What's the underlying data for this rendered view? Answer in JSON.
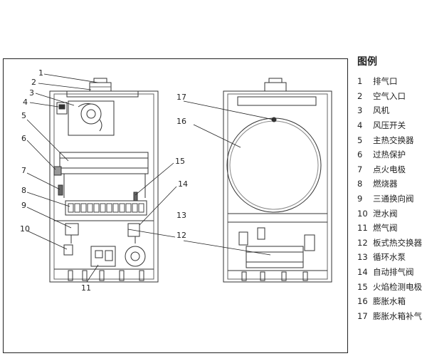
{
  "legend": {
    "title": "图例",
    "items": [
      {
        "num": "1",
        "name": "排气口"
      },
      {
        "num": "2",
        "name": "空气入口"
      },
      {
        "num": "3",
        "name": "风机"
      },
      {
        "num": "4",
        "name": "风压开关"
      },
      {
        "num": "5",
        "name": "主热交换器"
      },
      {
        "num": "6",
        "name": "过热保护"
      },
      {
        "num": "7",
        "name": "点火电极"
      },
      {
        "num": "8",
        "name": "燃烧器"
      },
      {
        "num": "9",
        "name": "三通换向阀"
      },
      {
        "num": "10",
        "name": "泄水阀"
      },
      {
        "num": "11",
        "name": "燃气阀"
      },
      {
        "num": "12",
        "name": "板式热交换器"
      },
      {
        "num": "13",
        "name": "循环水泵"
      },
      {
        "num": "14",
        "name": "自动排气阀"
      },
      {
        "num": "15",
        "name": "火焰检测电极"
      },
      {
        "num": "16",
        "name": "膨胀水箱"
      },
      {
        "num": "17",
        "name": "膨胀水箱补气"
      }
    ]
  },
  "callouts": {
    "c1": "1",
    "c2": "2",
    "c3": "3",
    "c4": "4",
    "c5": "5",
    "c6": "6",
    "c7": "7",
    "c8": "8",
    "c9": "9",
    "c10": "10",
    "c11": "11",
    "c12": "12",
    "c13": "13",
    "c14": "14",
    "c15": "15",
    "c16": "16",
    "c17": "17"
  }
}
